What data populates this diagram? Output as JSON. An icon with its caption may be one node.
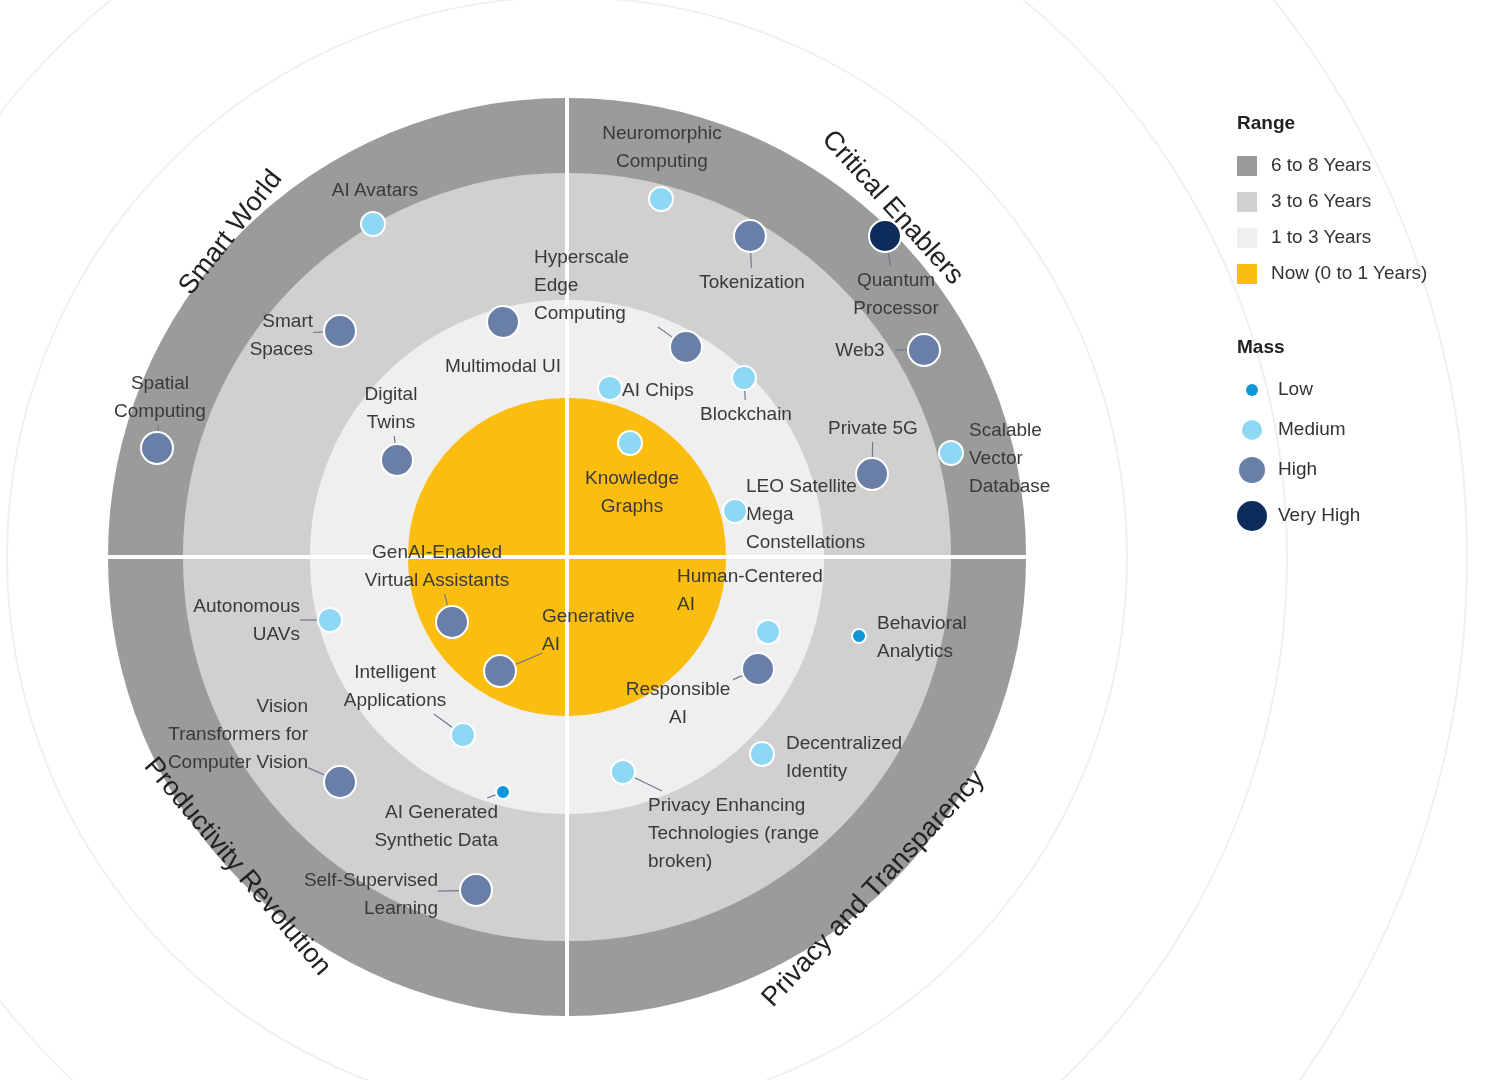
{
  "diagram": {
    "nodes": [
      {
        "text": [
          "Smart World"
        ]
      },
      {
        "text": [
          "AI Avatars"
        ],
        "in": 0
      },
      {
        "text": [],
        "shape": "circle",
        "in": 0
      },
      {
        "text": [
          "Smart Spaces"
        ],
        "in": 0
      },
      {
        "text": [],
        "shape": "circle",
        "in": 0
      },
      {
        "text": [
          "Spatial Computing"
        ],
        "in": 0
      },
      {
        "text": [],
        "shape": "circle",
        "in": 0
      },
      {
        "text": [
          "Multimodal UI"
        ],
        "in": 0
      },
      {
        "text": [],
        "shape": "circle",
        "in": 0
      },
      {
        "text": [
          "Digital Twins"
        ],
        "in": 0
      },
      {
        "text": [],
        "shape": "circle",
        "in": 0
      },
      {
        "text": [
          "Critical Enablers"
        ]
      },
      {
        "text": [
          "Neuromorphic Computing"
        ],
        "in": 11
      },
      {
        "text": [],
        "shape": "circle",
        "in": 11
      },
      {
        "text": [
          "Tokenization"
        ],
        "in": 11
      },
      {
        "text": [],
        "shape": "circle",
        "in": 11
      },
      {
        "text": [
          "Quantum Processor"
        ],
        "in": 11
      },
      {
        "text": [],
        "shape": "circle",
        "in": 11
      },
      {
        "text": [
          "Hyperscale Edge Computing"
        ],
        "in": 11
      },
      {
        "text": [],
        "shape": "circle",
        "in": 11
      },
      {
        "text": [
          "Web3"
        ],
        "in": 11
      },
      {
        "text": [],
        "shape": "circle",
        "in": 11
      },
      {
        "text": [
          "AI Chips"
        ],
        "in": 11
      },
      {
        "text": [],
        "shape": "circle",
        "in": 11
      },
      {
        "text": [
          "Blockchain"
        ],
        "in": 11
      },
      {
        "text": [],
        "shape": "circle",
        "in": 11
      },
      {
        "text": [
          "Private 5G"
        ],
        "in": 11
      },
      {
        "text": [],
        "shape": "circle",
        "in": 11
      },
      {
        "text": [
          "Scalable Vector Database"
        ],
        "in": 11
      },
      {
        "text": [],
        "shape": "circle",
        "in": 11
      },
      {
        "text": [
          "Knowledge Graphs"
        ],
        "in": 11
      },
      {
        "text": [],
        "shape": "circle",
        "in": 11
      },
      {
        "text": [
          "LEO Satellite Mega Constellations"
        ],
        "in": 11
      },
      {
        "text": [],
        "shape": "circle",
        "in": 11
      },
      {
        "text": [
          "Productivity Revolution"
        ]
      },
      {
        "text": [
          "GenAI-Enabled Virtual Assistants"
        ],
        "in": 34
      },
      {
        "text": [],
        "shape": "circle",
        "in": 34
      },
      {
        "text": [
          "Autonomous UAVs"
        ],
        "in": 34
      },
      {
        "text": [],
        "shape": "circle",
        "in": 34
      },
      {
        "text": [
          "Generative AI"
        ],
        "in": 34
      },
      {
        "text": [],
        "shape": "circle",
        "in": 34
      },
      {
        "text": [
          "Intelligent Applications"
        ],
        "in": 34
      },
      {
        "text": [],
        "shape": "circle",
        "in": 34
      },
      {
        "text": [
          "Vision Transformers for Computer Vision"
        ],
        "in": 34
      },
      {
        "text": [],
        "shape": "circle",
        "in": 34
      },
      {
        "text": [
          "AI Generated Synthetic Data"
        ],
        "in": 34
      },
      {
        "text": [],
        "shape": "circle",
        "in": 34
      },
      {
        "text": [
          "Self-Supervised Learning"
        ],
        "in": 34
      },
      {
        "text": [],
        "shape": "circle",
        "in": 34
      },
      {
        "text": [
          "Privacy and Transparency"
        ]
      },
      {
        "text": [
          "Human-Centered AI"
        ],
        "in": 49
      },
      {
        "text": [],
        "shape": "circle",
        "in": 49
      },
      {
        "text": [
          "Behavioral Analytics"
        ],
        "in": 49
      },
      {
        "text": [],
        "shape": "circle",
        "in": 49
      },
      {
        "text": [
          "Responsible AI"
        ],
        "in": 49
      },
      {
        "text": [],
        "shape": "circle",
        "in": 49
      },
      {
        "text": [
          "Decentralized Identity"
        ],
        "in": 49
      },
      {
        "text": [],
        "shape": "circle",
        "in": 49
      },
      {
        "text": [
          "Privacy Enhancing Technologies (range broken)"
        ],
        "in": 49
      },
      {
        "text": [],
        "shape": "circle",
        "in": 49
      }
    ],
    "edges": [
      {
        "from": 3,
        "to": 4,
        "arrow": "none"
      },
      {
        "from": 5,
        "to": 6,
        "arrow": "none"
      },
      {
        "from": 9,
        "to": 10,
        "arrow": "none"
      },
      {
        "from": 14,
        "to": 15,
        "arrow": "none"
      },
      {
        "from": 16,
        "to": 17,
        "arrow": "none"
      },
      {
        "from": 18,
        "to": 19,
        "arrow": "none"
      },
      {
        "from": 20,
        "to": 21,
        "arrow": "none"
      },
      {
        "from": 24,
        "to": 25,
        "arrow": "none"
      },
      {
        "from": 26,
        "to": 27,
        "arrow": "none"
      },
      {
        "from": 35,
        "to": 36,
        "arrow": "none"
      },
      {
        "from": 37,
        "to": 38,
        "arrow": "none"
      },
      {
        "from": 39,
        "to": 40,
        "arrow": "none"
      },
      {
        "from": 41,
        "to": 42,
        "arrow": "none"
      },
      {
        "from": 43,
        "to": 44,
        "arrow": "none"
      },
      {
        "from": 45,
        "to": 46,
        "arrow": "none"
      },
      {
        "from": 47,
        "to": 48,
        "arrow": "none"
      },
      {
        "from": 54,
        "to": 55,
        "arrow": "none"
      },
      {
        "from": 58,
        "to": 59,
        "arrow": "none"
      }
    ],
    "labels": [
      "Range",
      "Mass"
    ],
    "legend": [
      {
        "text": "6 to 8 Years",
        "color": "#9a9c9c"
      },
      {
        "text": "3 to 6 Years",
        "color": "#d0d0d0"
      },
      {
        "text": "1 to 3 Years",
        "color": "#efefef"
      },
      {
        "text": "Now (0 to 1 Years)",
        "color": "#fbbd10"
      },
      {
        "text": "Low",
        "color": "#1196d8"
      },
      {
        "text": "Medium",
        "color": "#8fd8f5"
      },
      {
        "text": "High",
        "color": "#6a7fa8"
      },
      {
        "text": "Very High",
        "color": "#0d2b5b"
      }
    ]
  }
}
